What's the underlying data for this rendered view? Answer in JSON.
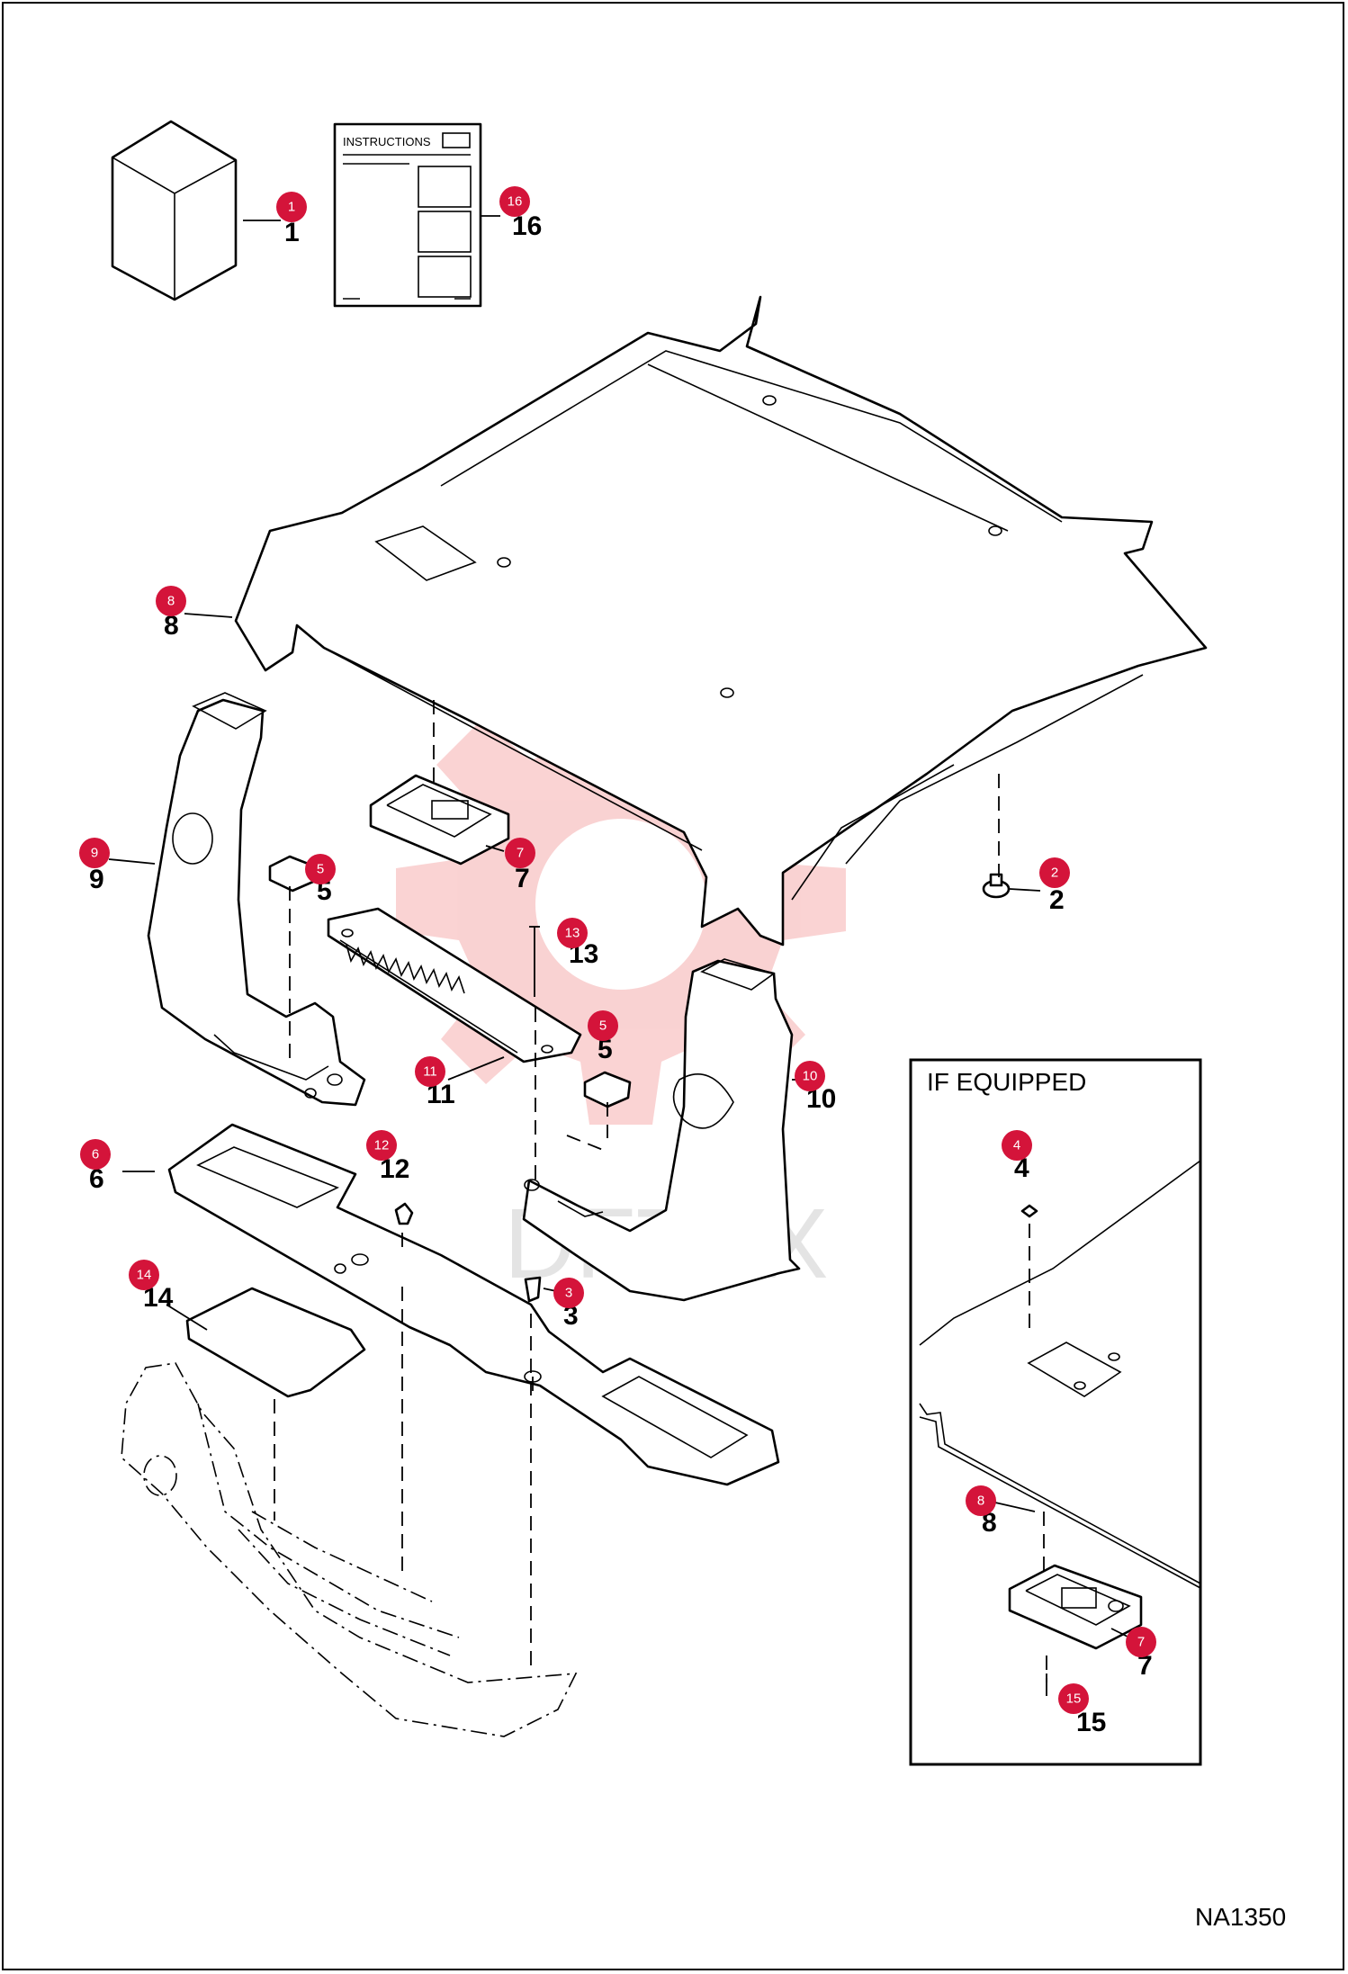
{
  "drawing_code": "NA1350",
  "if_equipped_box": {
    "title": "IF EQUIPPED"
  },
  "instructions_sheet": {
    "header": "INSTRUCTIONS"
  },
  "watermark": {
    "text": "DFTEX",
    "color": "#f3a3a3"
  },
  "callout_color": "#d4143a",
  "callouts": [
    {
      "number": "1",
      "part_label": "1"
    },
    {
      "number": "16",
      "part_label": "16"
    },
    {
      "number": "8",
      "part_label": "8"
    },
    {
      "number": "7",
      "part_label": "7"
    },
    {
      "number": "2",
      "part_label": "2"
    },
    {
      "number": "9",
      "part_label": "9"
    },
    {
      "number": "5",
      "part_label": "5"
    },
    {
      "number": "13",
      "part_label": "13"
    },
    {
      "number": "5",
      "part_label": "5"
    },
    {
      "number": "11",
      "part_label": "11"
    },
    {
      "number": "10",
      "part_label": "10"
    },
    {
      "number": "6",
      "part_label": "6"
    },
    {
      "number": "12",
      "part_label": "12"
    },
    {
      "number": "3",
      "part_label": "3"
    },
    {
      "number": "14",
      "part_label": "14"
    },
    {
      "number": "4",
      "part_label": "4"
    },
    {
      "number": "8",
      "part_label": "8"
    },
    {
      "number": "7",
      "part_label": "7"
    },
    {
      "number": "15",
      "part_label": "15"
    }
  ]
}
